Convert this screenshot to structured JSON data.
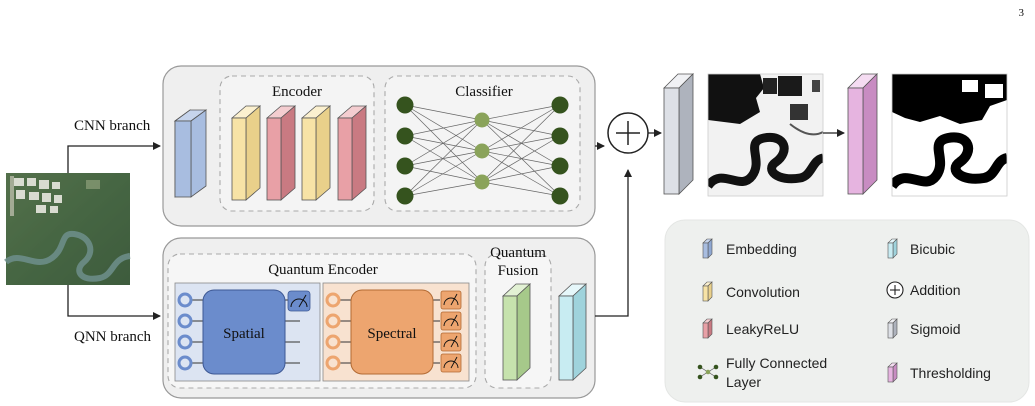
{
  "page_number": "3",
  "branches": {
    "cnn": "CNN branch",
    "qnn": "QNN branch"
  },
  "cnn": {
    "encoder_title": "Encoder",
    "classifier_title": "Classifier"
  },
  "qnn": {
    "encoder_title": "Quantum Encoder",
    "spatial_label": "Spatial",
    "spectral_label": "Spectral",
    "fusion_title_1": "Quantum",
    "fusion_title_2": "Fusion"
  },
  "legend": {
    "embedding": "Embedding",
    "bicubic": "Bicubic",
    "convolution": "Convolution",
    "addition": "Addition",
    "leakyrelu": "LeakyReLU",
    "sigmoid": "Sigmoid",
    "fc_1": "Fully Connected",
    "fc_2": "Layer",
    "thresholding": "Thresholding"
  },
  "colors": {
    "embedding": "#a8bde0",
    "convolution": "#f7e3a6",
    "leakyrelu": "#e8a0a6",
    "bicubic": "#c8ecf2",
    "sigmoid": "#dde0e6",
    "thresholding": "#e6b4e0",
    "fusion": "#c6e2ad",
    "spatial": "#6b8ccc",
    "spectral": "#eda56f",
    "node_dark": "#35531e",
    "node_light": "#8aa35a"
  }
}
